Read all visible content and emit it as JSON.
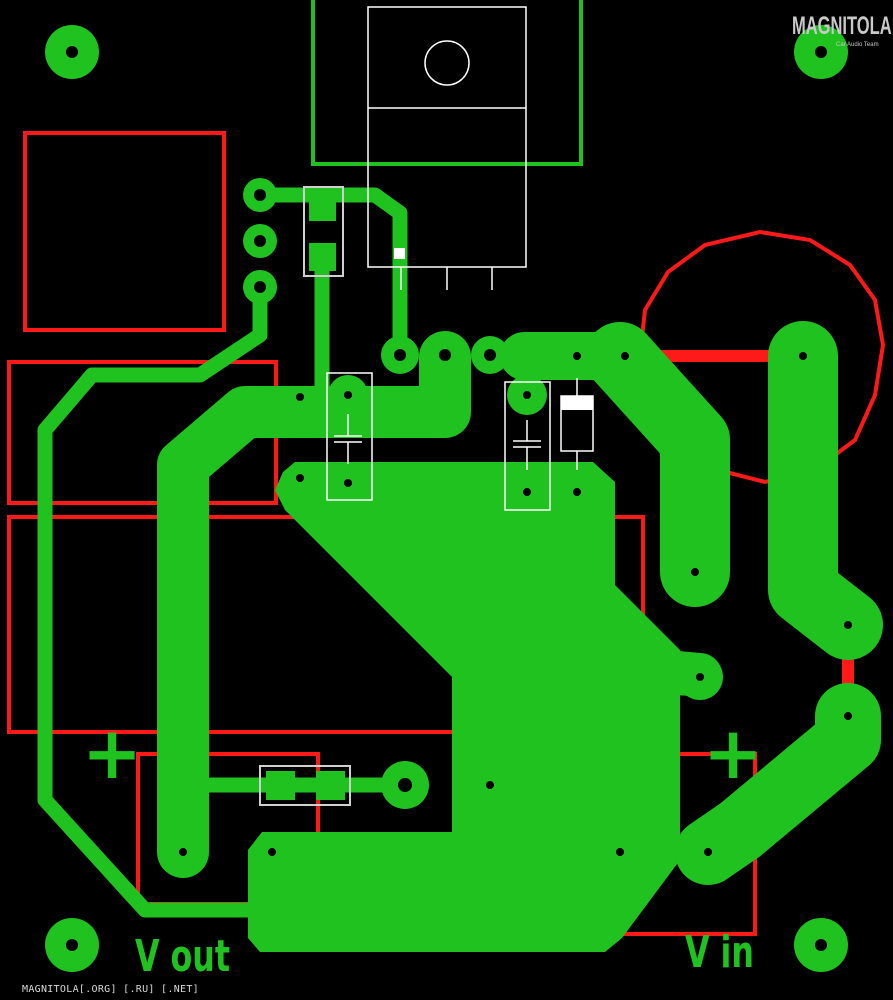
{
  "labels": {
    "output": "V out",
    "input": "V in"
  },
  "polarity": {
    "output": "+",
    "input": "+"
  },
  "watermark": {
    "logo": "MAGNITOLA",
    "tagline": "Car Audio Team"
  },
  "footer": "MAGNITOLA[.ORG] [.RU] [.NET]",
  "colors": {
    "background": "#000000",
    "copper": "#1fc21f",
    "silkscreen": "#ffffff",
    "courtyard": "#ff1a1a",
    "logo_accent": "#e01b1b"
  }
}
